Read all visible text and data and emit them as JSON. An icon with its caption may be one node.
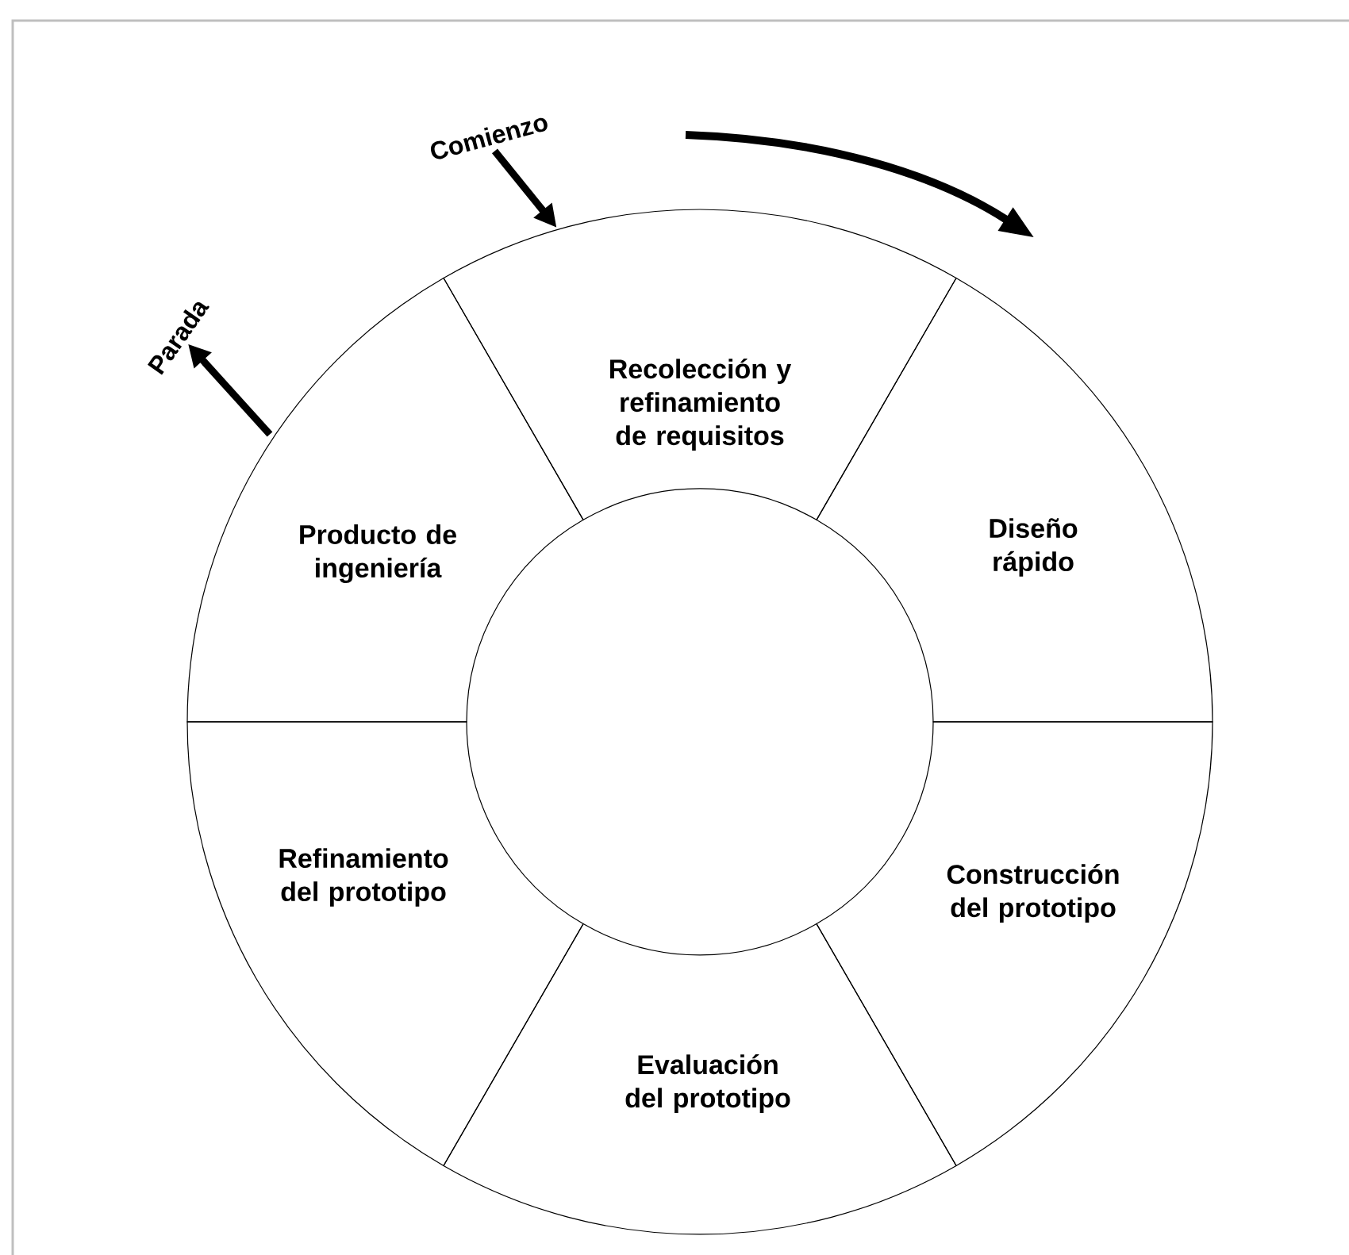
{
  "diagram": {
    "nodes": [
      {
        "text": [
          "Comienzo"
        ]
      },
      {
        "text": [
          "Parada"
        ]
      },
      {
        "text": [
          "Recolección y refinamiento de requisitos"
        ]
      },
      {
        "text": [
          "Diseño rápido"
        ]
      },
      {
        "text": [
          "Producto de ingeniería"
        ]
      },
      {
        "text": [
          "Construcción del prototipo"
        ]
      },
      {
        "text": [
          "Refinamiento del prototipo"
        ]
      },
      {
        "text": [
          "Evaluación del prototipo"
        ]
      }
    ],
    "edges": [
      {
        "from": 0,
        "to": 2,
        "arrow": "to"
      },
      {
        "from": 4,
        "to": 1,
        "arrow": "to"
      }
    ]
  }
}
